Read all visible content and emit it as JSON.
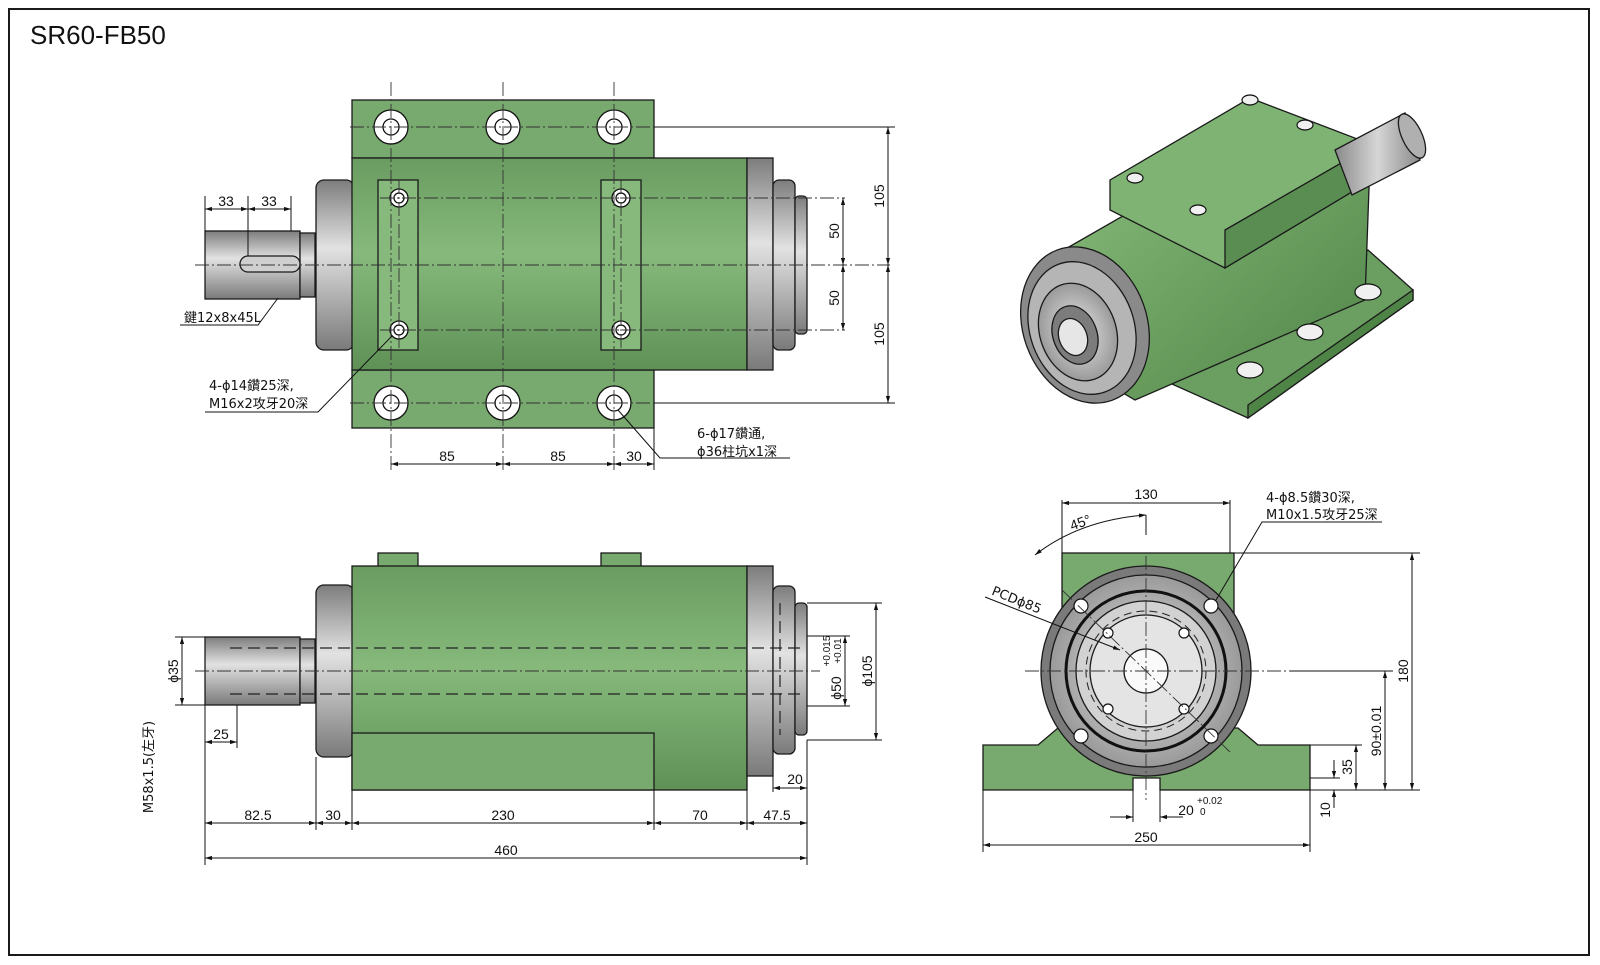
{
  "title": "SR60-FB50",
  "colors": {
    "body_green": "#78a96e",
    "body_green_dark": "#5e8f57",
    "steel_light": "#c9c9c9",
    "steel_dark": "#8a8a8a",
    "line": "#111111"
  },
  "top_view": {
    "dims": {
      "d33a": "33",
      "d33b": "33",
      "d105a": "105",
      "d105b": "105",
      "d50a": "50",
      "d50b": "50",
      "d85a": "85",
      "d85b": "85",
      "d30": "30"
    },
    "notes": {
      "key": "鍵12x8x45L",
      "tap_line1": "4-ϕ14鑽25深,",
      "tap_line2": "M16x2攻牙20深",
      "bore_line1": "6-ϕ17鑽通,",
      "bore_line2": "ϕ36柱坑x1深"
    }
  },
  "side_view": {
    "dims": {
      "d35": "ϕ35",
      "d25": "25",
      "thread": "M58x1.5(左牙)",
      "d50": "ϕ50",
      "d50_tol_upper": "+0.015",
      "d50_tol_lower": "+0.01",
      "d105": "ϕ105",
      "d20": "20",
      "d82_5": "82.5",
      "d30": "30",
      "d230": "230",
      "d70": "70",
      "d47_5": "47.5",
      "d460": "460"
    }
  },
  "front_view": {
    "dims": {
      "d130": "130",
      "angle": "45°",
      "pcd": "PCDϕ85",
      "d180": "180",
      "d90": "90±0.01",
      "d35": "35",
      "d10": "10",
      "d20": "20",
      "d20_tol_upper": "+0.02",
      "d20_tol_lower": "0",
      "d250": "250"
    },
    "notes": {
      "hole_line1": "4-ϕ8.5鑽30深,",
      "hole_line2": "M10x1.5攻牙25深"
    }
  }
}
